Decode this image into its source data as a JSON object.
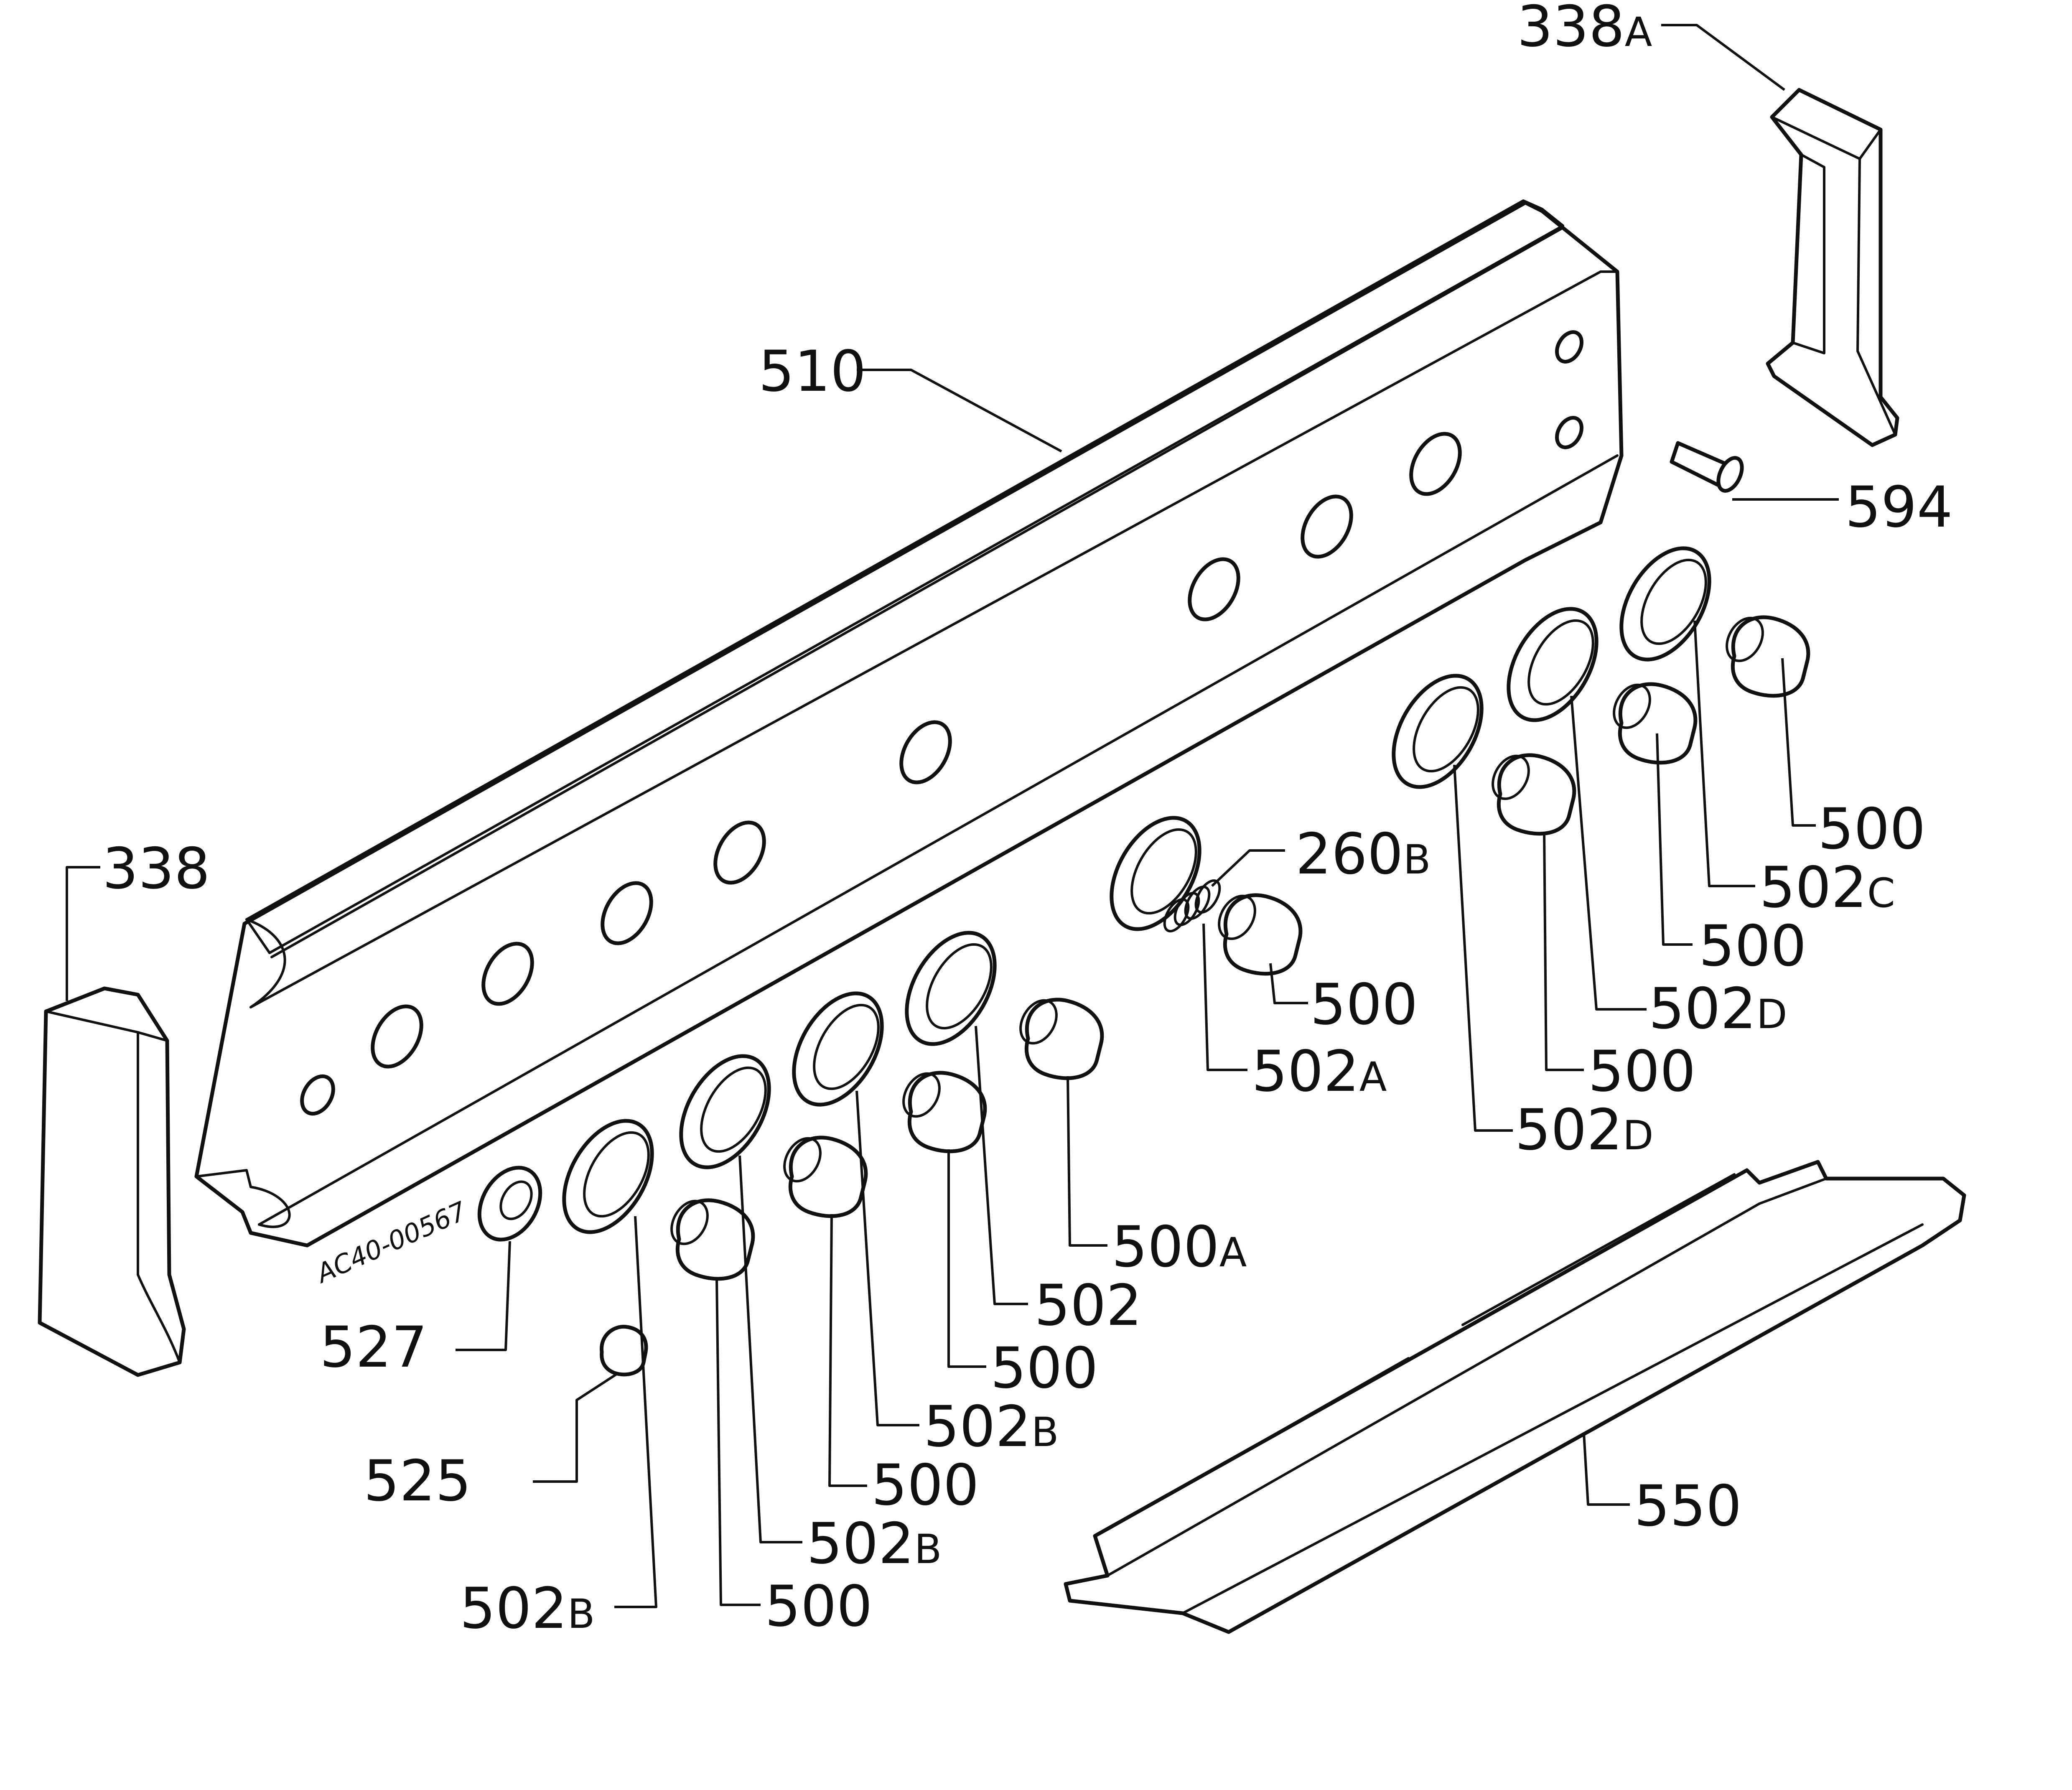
{
  "colors": {
    "ink": "#111111",
    "paper": "#ffffff"
  },
  "handwritten_code": "AC40-00567",
  "callouts": [
    {
      "id": "338a",
      "number": "338",
      "suffix": "A"
    },
    {
      "id": "510",
      "number": "510",
      "suffix": ""
    },
    {
      "id": "594",
      "number": "594",
      "suffix": ""
    },
    {
      "id": "338",
      "number": "338",
      "suffix": ""
    },
    {
      "id": "260b",
      "number": "260",
      "suffix": "B"
    },
    {
      "id": "500-r1",
      "number": "500",
      "suffix": ""
    },
    {
      "id": "502c",
      "number": "502",
      "suffix": "C"
    },
    {
      "id": "500-r2",
      "number": "500",
      "suffix": ""
    },
    {
      "id": "502d-r1",
      "number": "502",
      "suffix": "D"
    },
    {
      "id": "500-mid",
      "number": "500",
      "suffix": ""
    },
    {
      "id": "502a",
      "number": "502",
      "suffix": "A"
    },
    {
      "id": "500-r3",
      "number": "500",
      "suffix": ""
    },
    {
      "id": "502d-r2",
      "number": "502",
      "suffix": "D"
    },
    {
      "id": "500a",
      "number": "500",
      "suffix": "A"
    },
    {
      "id": "527",
      "number": "527",
      "suffix": ""
    },
    {
      "id": "502-c",
      "number": "502",
      "suffix": ""
    },
    {
      "id": "500-c1",
      "number": "500",
      "suffix": ""
    },
    {
      "id": "502b-1",
      "number": "502",
      "suffix": "B"
    },
    {
      "id": "525",
      "number": "525",
      "suffix": ""
    },
    {
      "id": "500-c2",
      "number": "500",
      "suffix": ""
    },
    {
      "id": "550",
      "number": "550",
      "suffix": ""
    },
    {
      "id": "502b-2",
      "number": "502",
      "suffix": "B"
    },
    {
      "id": "502b-3",
      "number": "502",
      "suffix": "B"
    },
    {
      "id": "500-c3",
      "number": "500",
      "suffix": ""
    }
  ]
}
